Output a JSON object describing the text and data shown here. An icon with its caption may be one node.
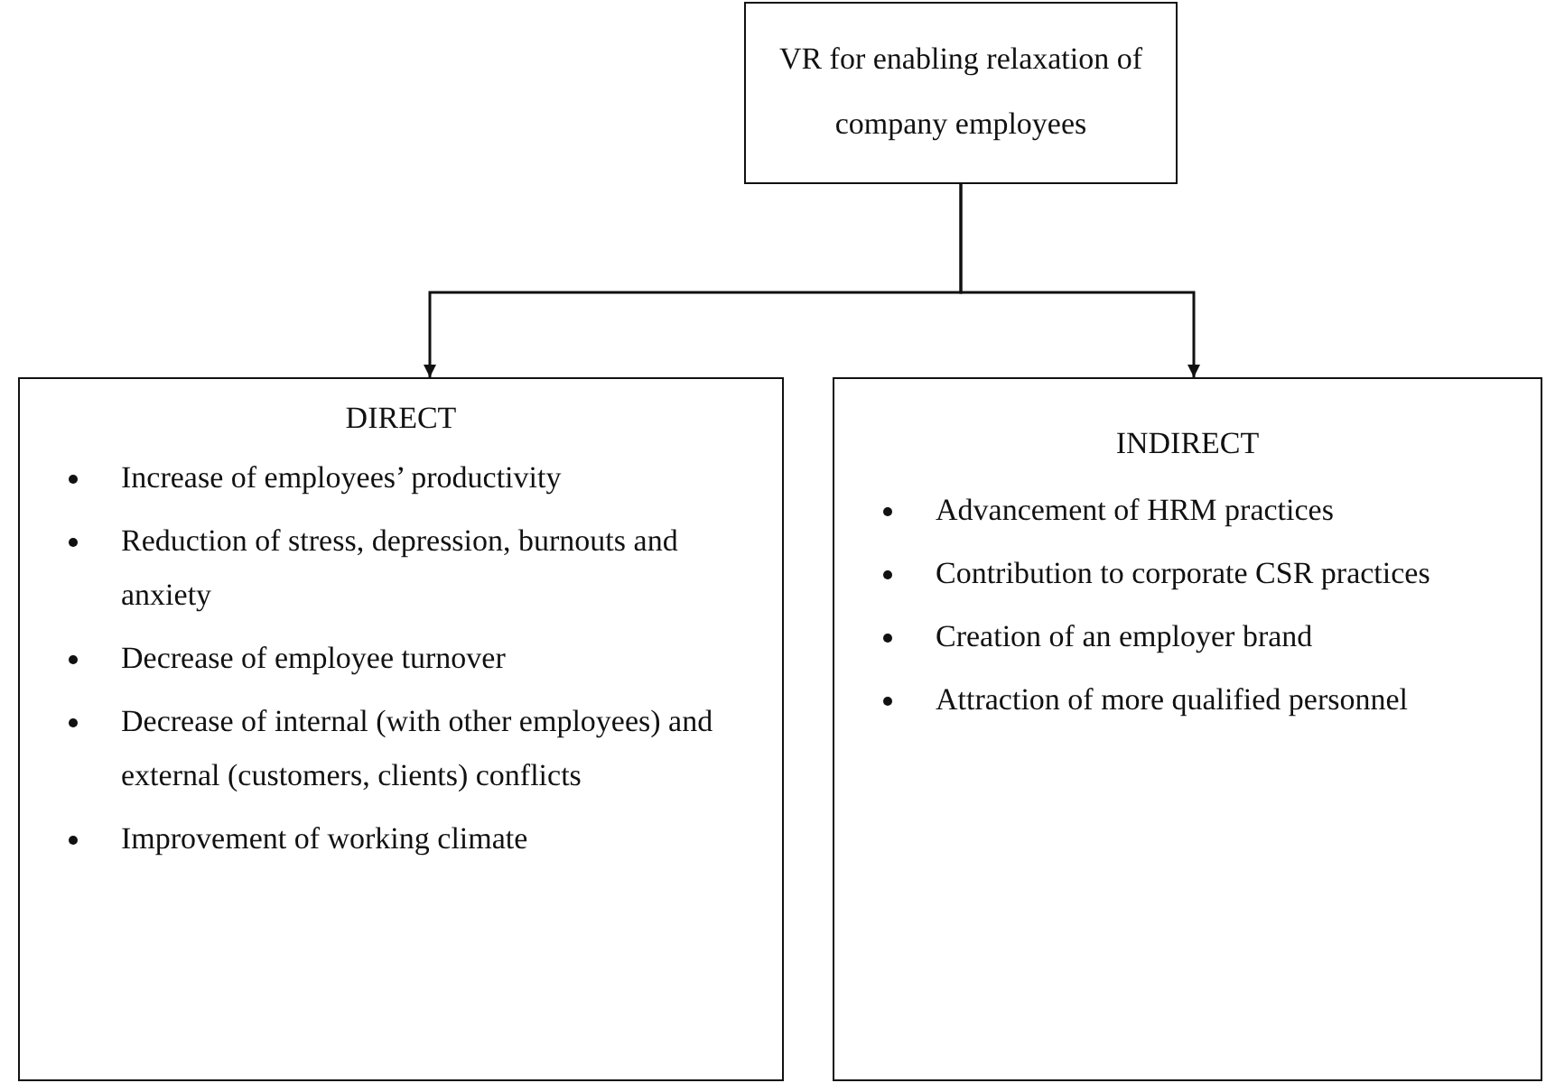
{
  "diagram": {
    "nodes": [
      {
        "text": [
          "VR for enabling relaxation of company employees"
        ]
      },
      {
        "text": [
          "DIRECT",
          "Increase of employees’ productivity",
          "Reduction of stress, depression, burnouts and anxiety",
          "Decrease of employee turnover",
          "Decrease of internal (with other employees) and external (customers, clients) conflicts",
          "Improvement of working climate"
        ]
      },
      {
        "text": [
          "INDIRECT",
          "Advancement of HRM practices",
          "Contribution to corporate CSR practices",
          "Creation of an employer brand",
          "Attraction of more qualified personnel"
        ]
      }
    ],
    "edges": [
      {
        "from": 0,
        "to": 1,
        "arrow": "to"
      },
      {
        "from": 0,
        "to": 2,
        "arrow": "to"
      }
    ]
  }
}
